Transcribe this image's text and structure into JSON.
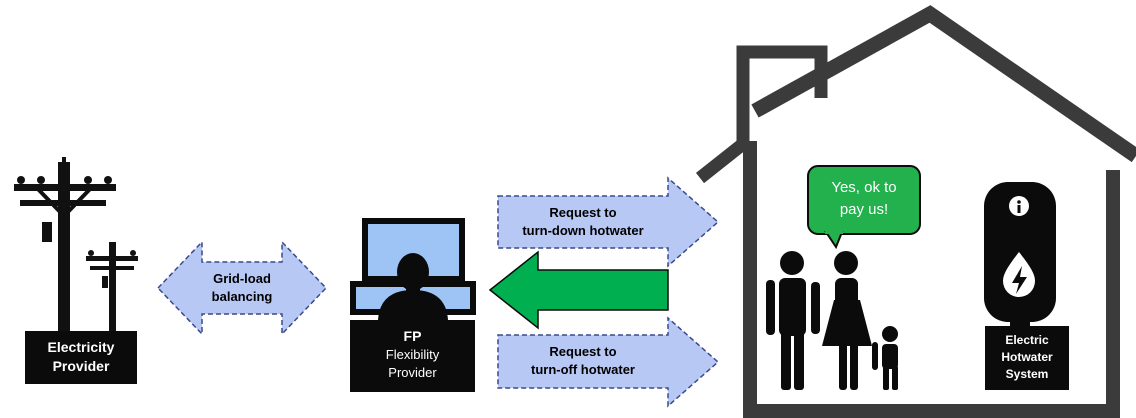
{
  "electricity_provider": {
    "line1": "Electricity",
    "line2": "Provider"
  },
  "grid_arrow": {
    "line1": "Grid-load",
    "line2": "balancing",
    "color": "#b8c8f5"
  },
  "flexibility_provider": {
    "abbr": "FP",
    "line1": "Flexibility",
    "line2": "Provider"
  },
  "request_top": {
    "line1": "Request to",
    "line2": "turn-down hotwater",
    "color": "#b8c8f5"
  },
  "request_bottom": {
    "line1": "Request to",
    "line2": "turn-off hotwater",
    "color": "#b8c8f5"
  },
  "return_arrow": {
    "color": "#00b050"
  },
  "speech_bubble": {
    "line1": "Yes, ok to",
    "line2": "pay us!",
    "color": "#22b14c"
  },
  "hotwater_system": {
    "line1": "Electric",
    "line2": "Hotwater",
    "line3": "System"
  },
  "icons": [
    "utility-pole-icon",
    "operator-at-monitors-icon",
    "house-icon",
    "family-icon",
    "water-heater-icon",
    "info-icon",
    "water-drop-bolt-icon"
  ]
}
